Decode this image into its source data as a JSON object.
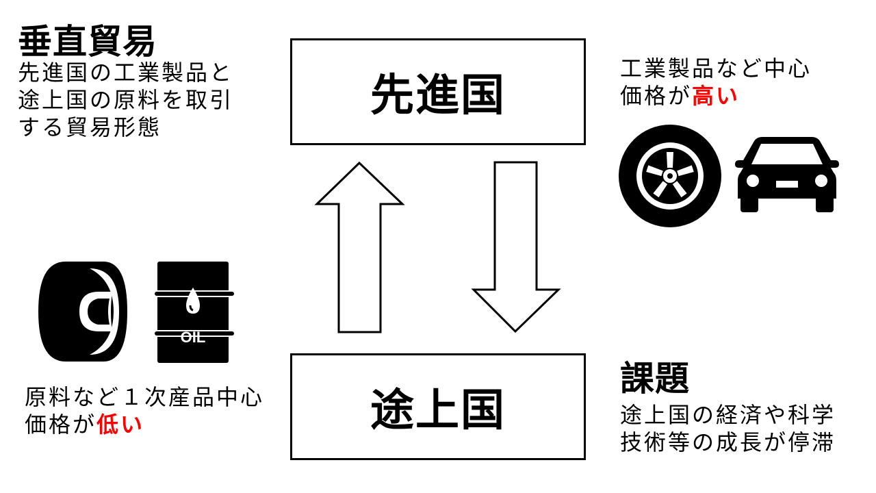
{
  "vertical_trade": {
    "title": "垂直貿易",
    "description_lines": [
      "先進国の工業製品と",
      "途上国の原料を取引",
      "する貿易形態"
    ]
  },
  "developed_box": {
    "label": "先進国"
  },
  "developing_box": {
    "label": "途上国"
  },
  "developed_exports": {
    "line1": "工業製品など中心",
    "line2_prefix": "価格が",
    "line2_highlight": "高い",
    "highlight_color": "#ff0000",
    "icons": [
      "tire-icon",
      "car-icon"
    ]
  },
  "developing_exports": {
    "line1": "原料など１次産品中心",
    "line2_prefix": "価格が",
    "line2_highlight": "低い",
    "highlight_color": "#ff0000",
    "icons": [
      "raw-material-icon",
      "oil-drum-icon"
    ],
    "oil_label": "OIL"
  },
  "issues": {
    "title": "課題",
    "lines": [
      "途上国の経済や科学",
      "技術等の成長が停滞"
    ]
  },
  "arrows": [
    "up-arrow",
    "down-arrow"
  ]
}
